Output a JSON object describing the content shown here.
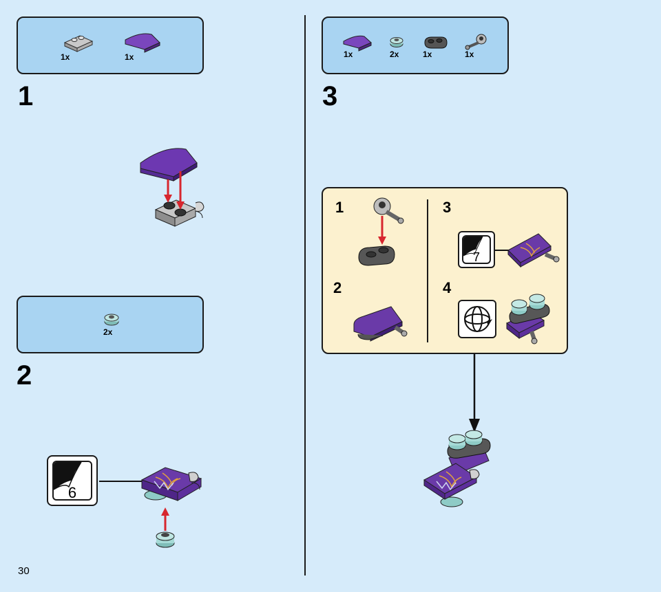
{
  "page": {
    "number": "30"
  },
  "steps": [
    {
      "number": "1",
      "parts": [
        {
          "qty": "1x",
          "icon": "gray-plate-with-clips-icon"
        },
        {
          "qty": "1x",
          "icon": "purple-curved-slope-icon"
        }
      ]
    },
    {
      "number": "2",
      "parts": [
        {
          "qty": "2x",
          "icon": "teal-round-plate-icon"
        }
      ],
      "callout": {
        "count": "6"
      }
    },
    {
      "number": "3",
      "parts": [
        {
          "qty": "1x",
          "icon": "purple-curved-slope-icon"
        },
        {
          "qty": "2x",
          "icon": "teal-round-plate-icon"
        },
        {
          "qty": "1x",
          "icon": "dark-gray-plate-icon"
        },
        {
          "qty": "1x",
          "icon": "gray-clip-bar-icon"
        }
      ],
      "substeps": [
        {
          "number": "1"
        },
        {
          "number": "2"
        },
        {
          "number": "3",
          "callout": {
            "count": "7"
          }
        },
        {
          "number": "4",
          "icon": "rotate-model-icon"
        }
      ]
    }
  ],
  "colors": {
    "background": "#d6ebfa",
    "parts_box": "#a9d4f2",
    "substep_box": "#fcf1cf",
    "arrow": "#d7262e",
    "purple": "#6a3aa8",
    "teal": "#a6dad6"
  }
}
